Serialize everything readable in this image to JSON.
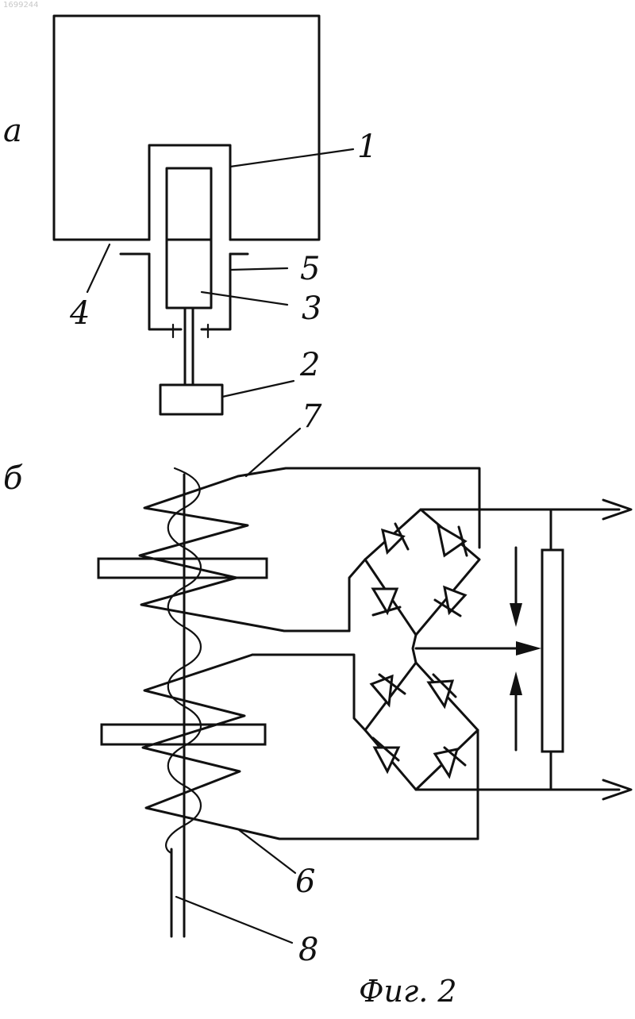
{
  "doc_id": "1699244",
  "panels": {
    "a": {
      "label": "a"
    },
    "b": {
      "label": "б"
    }
  },
  "callouts": {
    "n1": "1",
    "n2": "2",
    "n3": "3",
    "n4": "4",
    "n5": "5",
    "n6": "6",
    "n7": "7",
    "n8": "8"
  },
  "caption": "Фиг. 2"
}
